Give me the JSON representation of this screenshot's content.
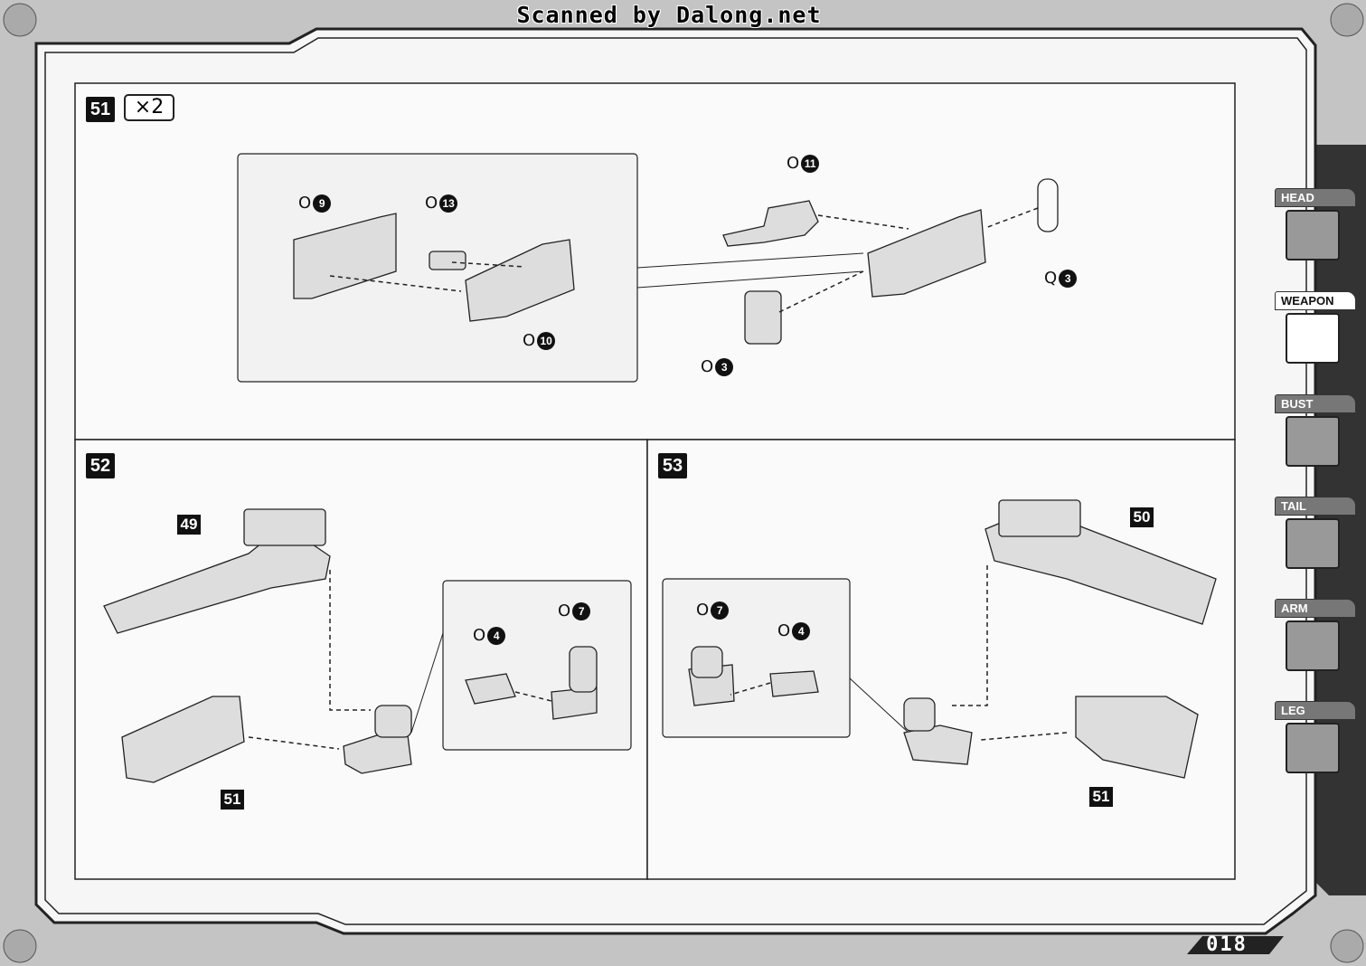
{
  "header": {
    "scan_credit": "Scanned by Dalong.net"
  },
  "steps": [
    {
      "number": "51",
      "multiplier": "×2"
    },
    {
      "number": "52"
    },
    {
      "number": "53"
    }
  ],
  "step51_parts": {
    "inset_left": [
      {
        "letter": "O",
        "num": "9"
      },
      {
        "letter": "O",
        "num": "13"
      },
      {
        "letter": "O",
        "num": "10"
      }
    ],
    "main": [
      {
        "letter": "O",
        "num": "11"
      },
      {
        "letter": "Q",
        "num": "3"
      },
      {
        "letter": "O",
        "num": "3"
      }
    ]
  },
  "step52": {
    "ref_top": "49",
    "ref_bottom": "51",
    "parts": [
      {
        "letter": "O",
        "num": "4"
      },
      {
        "letter": "O",
        "num": "7"
      }
    ]
  },
  "step53": {
    "ref_top": "50",
    "ref_bottom": "51",
    "parts": [
      {
        "letter": "O",
        "num": "7"
      },
      {
        "letter": "O",
        "num": "4"
      }
    ]
  },
  "side_tabs": [
    {
      "label": "HEAD",
      "icon": "head-icon",
      "active": false
    },
    {
      "label": "WEAPON",
      "icon": "weapon-icon",
      "active": true
    },
    {
      "label": "BUST",
      "icon": "bust-icon",
      "active": false
    },
    {
      "label": "TAIL",
      "icon": "tail-icon",
      "active": false
    },
    {
      "label": "ARM",
      "icon": "arm-icon",
      "active": false
    },
    {
      "label": "LEG",
      "icon": "leg-icon",
      "active": false
    }
  ],
  "page": {
    "number": "018"
  }
}
